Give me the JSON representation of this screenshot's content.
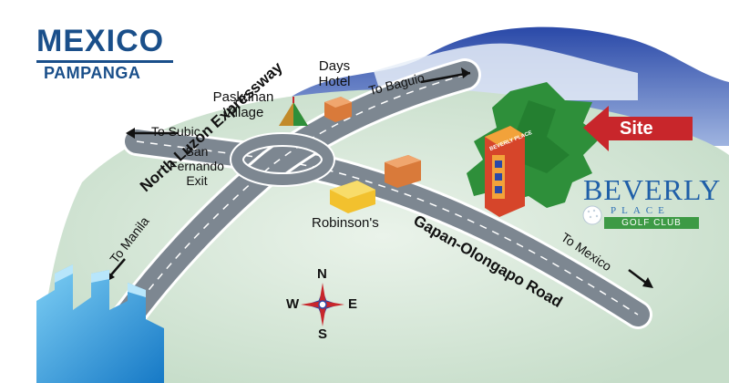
{
  "title": "MEXICO",
  "subtitle": "PAMPANGA",
  "roads": {
    "expressway": "North Luzon Expressway",
    "highway": "Gapan-Olongapo Road"
  },
  "directions": {
    "to_baguio": "To Baguio",
    "to_subic": "To Subic",
    "to_manila": "To Manila",
    "to_mexico": "To Mexico"
  },
  "landmarks": {
    "days_hotel_line1": "Days",
    "days_hotel_line2": "Hotel",
    "paskuhan_line1": "Paskuhan",
    "paskuhan_line2": "Village",
    "exit_line1": "San",
    "exit_line2": "Fernando",
    "exit_line3": "Exit",
    "robinsons": "Robinson's"
  },
  "site_label": "Site",
  "building_sign": "BEVERLY PLACE",
  "brand": {
    "name": "BEVERLY",
    "place": "PLACE",
    "club": "GOLF CLUB"
  },
  "compass": {
    "n": "N",
    "s": "S",
    "e": "E",
    "w": "W"
  },
  "colors": {
    "title": "#1a4f8a",
    "road": "#7d8791",
    "site_arrow": "#c8262b",
    "forest": "#2e8f3a",
    "brand_blue": "#1f5fa8",
    "brand_green": "#3d9a45"
  }
}
